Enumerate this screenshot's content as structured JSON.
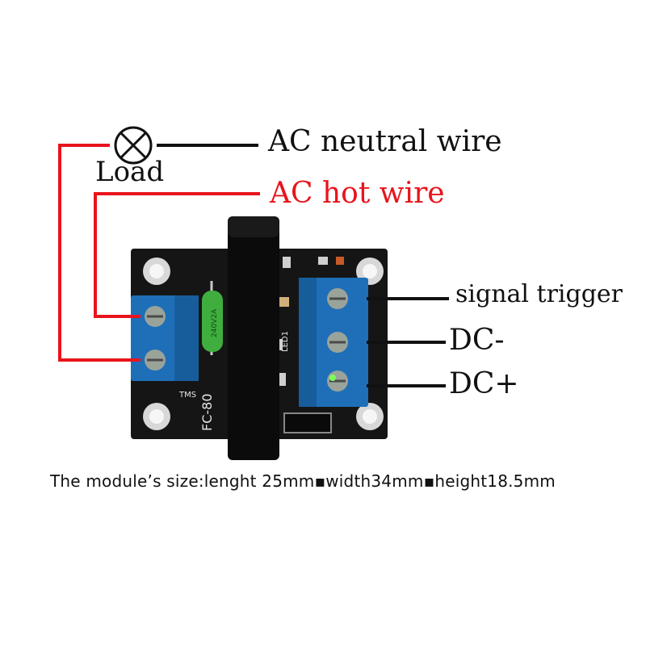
{
  "labels": {
    "neutral": "AC neutral wire",
    "hot": "AC hot wire",
    "load": "Load",
    "signal": "signal  trigger",
    "dc_minus": "DC-",
    "dc_plus": "DC+",
    "size": "The module’s size:lenght 25mm▪width34mm▪height18.5mm"
  },
  "board_markings": {
    "fuse": "240V2A",
    "silk": "FC-80",
    "brand": "TMS",
    "led": "LED1"
  },
  "colors": {
    "hot_wire": "#e8141c",
    "neutral_wire": "#111111",
    "pcb": "#151515",
    "terminal_blue": "#1e6fb8",
    "ssr_body": "#0b0b0b",
    "fuse_green": "#3fae3f"
  },
  "icons": {
    "load": "lamp-icon"
  }
}
